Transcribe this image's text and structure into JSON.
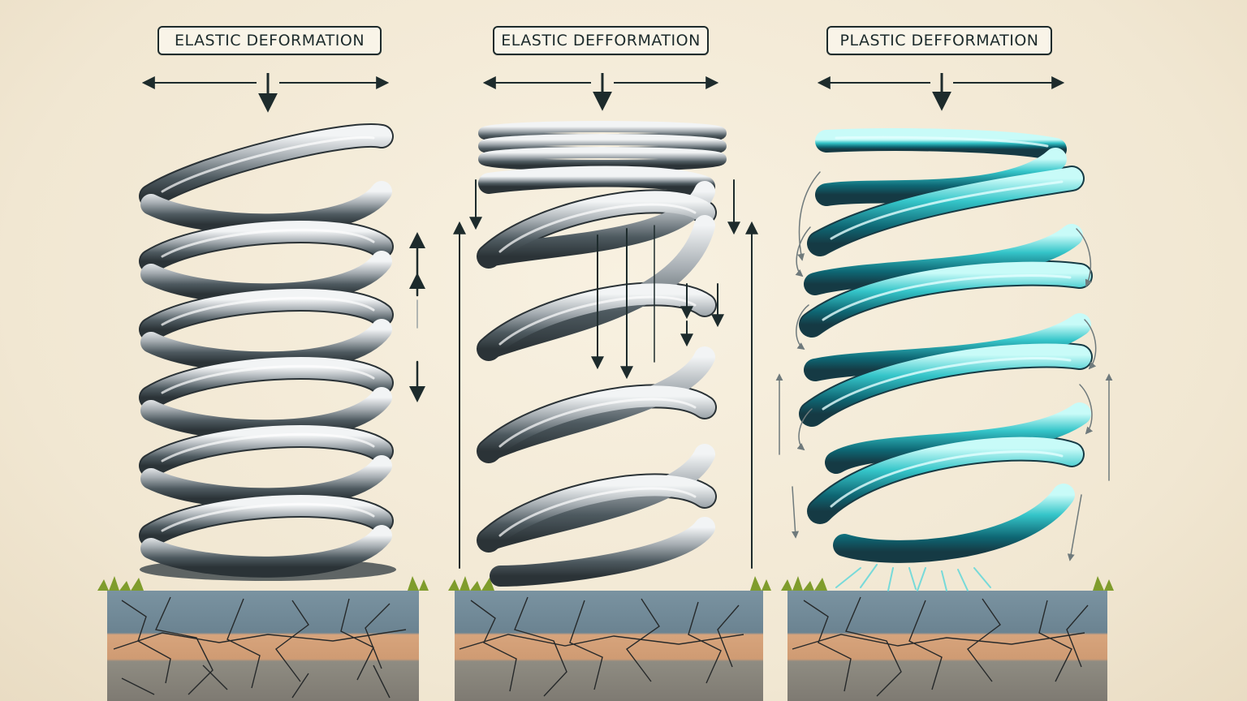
{
  "panels": [
    {
      "label": "Elastic Deformation",
      "kind": "elastic"
    },
    {
      "label": "Elastic Defformation",
      "kind": "elastic-compressed"
    },
    {
      "label": "Plastic Defformation",
      "kind": "plastic"
    }
  ],
  "colors": {
    "background": "#f4ecdb",
    "ink": "#1d2b2c",
    "steel_light": "#d9dde0",
    "steel_dark": "#3c474c",
    "plastic_light": "#9ef1ee",
    "plastic_dark": "#0c5f6b",
    "grass": "#7f9c2c",
    "soil_top": "#6a8391",
    "soil_mid": "#d4a077",
    "soil_bottom": "#8d8a80"
  },
  "icons": [
    "horizontal-arrow-icon",
    "down-arrow-icon",
    "up-arrow-icon",
    "curved-arrow-icon"
  ]
}
